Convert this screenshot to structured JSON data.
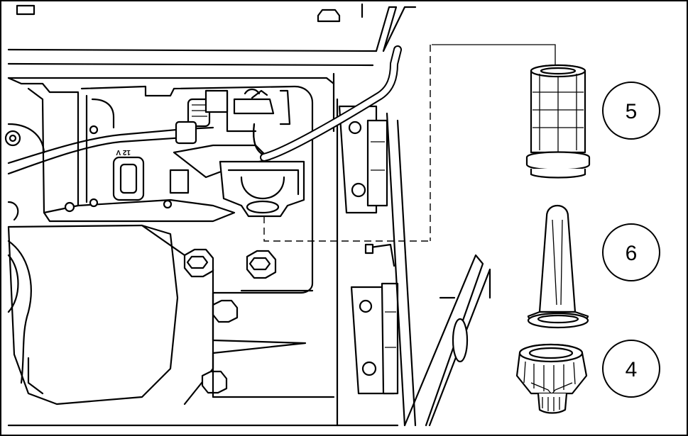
{
  "figure": {
    "voltage_label": "12 V",
    "callouts": [
      {
        "id": "filter",
        "label": "5"
      },
      {
        "id": "nozzle",
        "label": "6"
      },
      {
        "id": "cap",
        "label": "4"
      }
    ]
  }
}
